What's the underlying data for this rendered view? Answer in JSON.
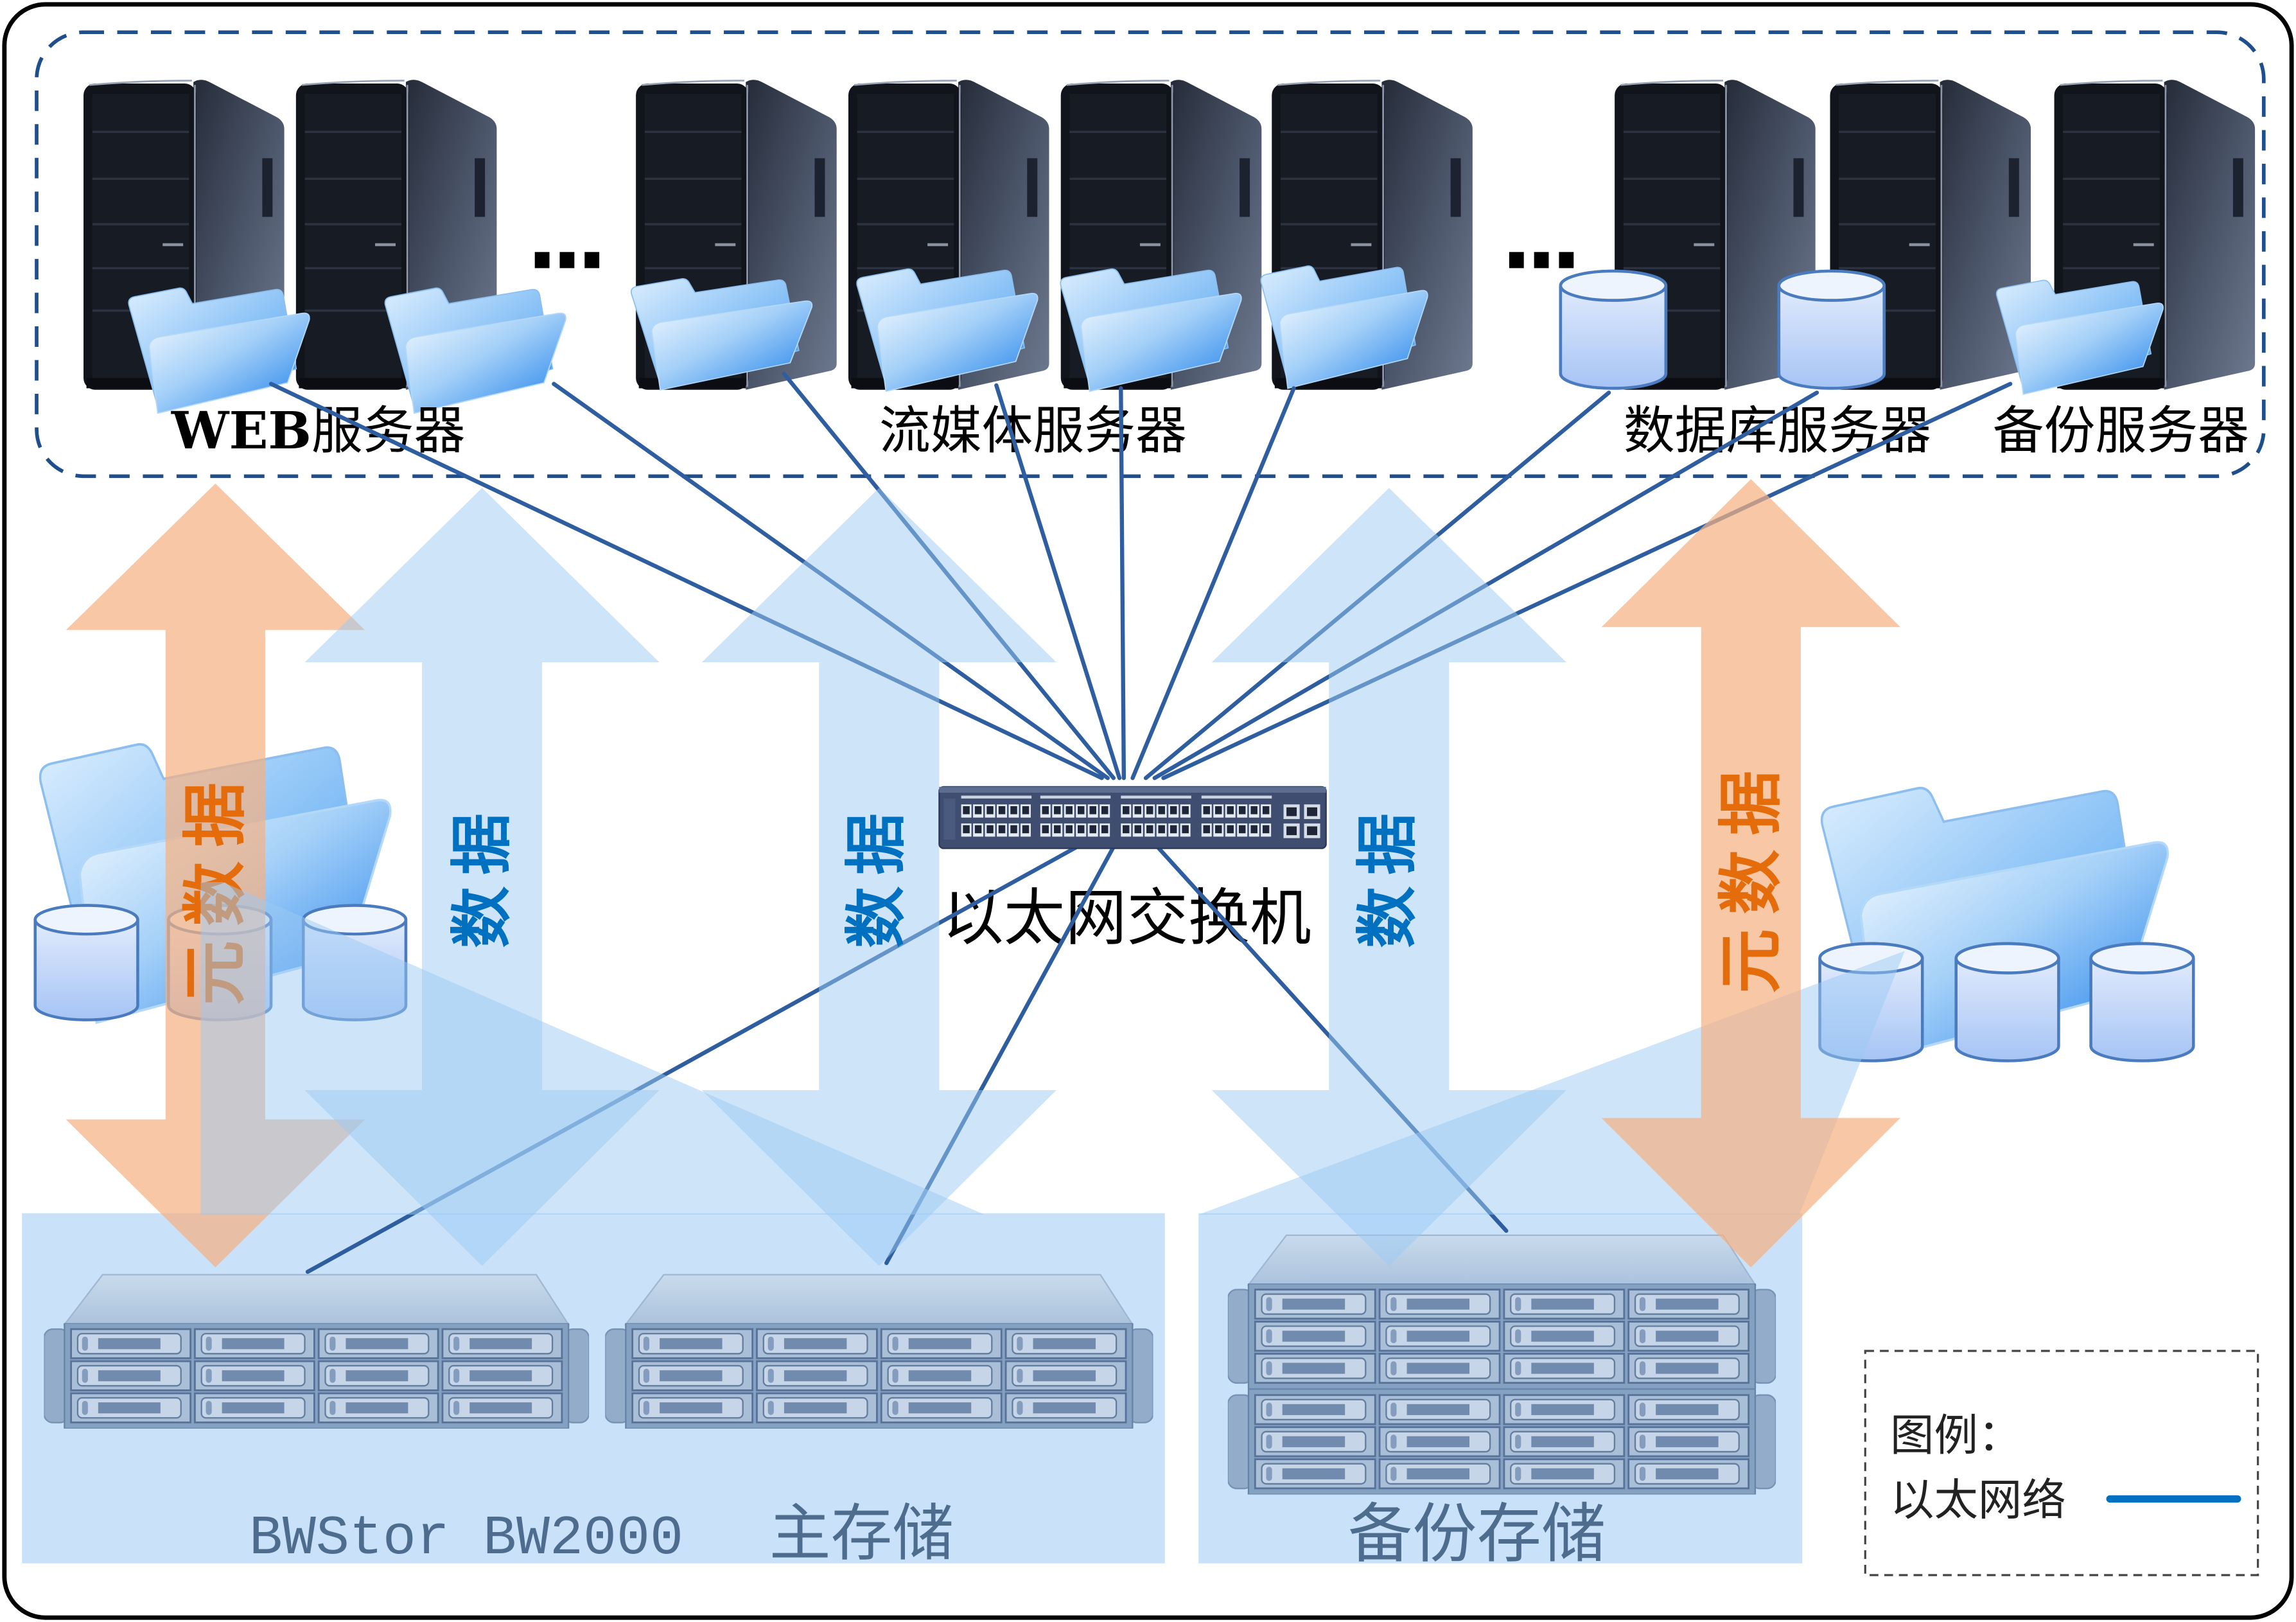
{
  "servers": {
    "groups": [
      {
        "name": "web",
        "label_bold": "WEB",
        "label": "服务器",
        "server_count": 2,
        "storage_icon": "folder-icon",
        "more_indicator": true
      },
      {
        "name": "streaming",
        "label": "流媒体服务器",
        "server_count": 4,
        "storage_icon": "folder-icon",
        "more_indicator": true
      },
      {
        "name": "database",
        "label": "数据库服务器",
        "server_count": 2,
        "storage_icon": "database-icon",
        "more_indicator": false
      },
      {
        "name": "backup",
        "label": "备份服务器",
        "server_count": 1,
        "storage_icon": "folder-icon",
        "more_indicator": false
      }
    ]
  },
  "network": {
    "switch_label": "以太网交换机",
    "switch_ports": 48,
    "uplink_ports": 4,
    "link_color": "#2E5E9F"
  },
  "flows": {
    "data_label": "数据",
    "metadata_label": "元数据",
    "data_color": "#0070C0",
    "metadata_color": "#E46C0A"
  },
  "storage": {
    "primary": {
      "model": "BWStor BW2000",
      "label": "主存储",
      "array_count": 2,
      "drive_bays_per_array": 12
    },
    "backup": {
      "label": "备份存储",
      "array_count": 2,
      "drive_bays_per_array": 12
    }
  },
  "legend": {
    "title": "图例：",
    "items": [
      {
        "label": "以太网络",
        "line_color": "#0070C0"
      }
    ]
  }
}
